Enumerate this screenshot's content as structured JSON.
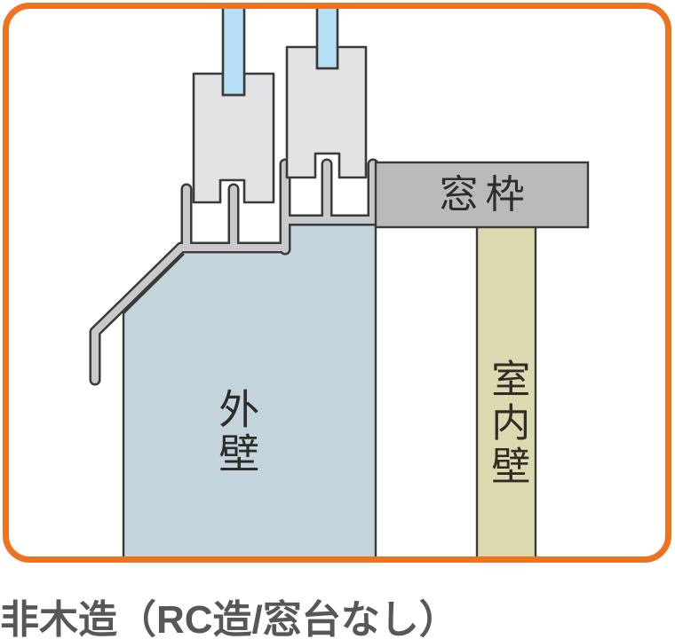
{
  "caption": "非木造（RC造/窓台なし）",
  "diagram": {
    "labels": {
      "window_frame": "窓枠",
      "exterior_wall": "外壁",
      "interior_wall": "室内壁"
    },
    "colors": {
      "border_orange": "#ed7320",
      "outline_dark": "#3a3a3a",
      "exterior_wall_fill": "#c4d4dc",
      "interior_wall_fill": "#dcd9b0",
      "window_frame_fill": "#b9babc",
      "sash_fill": "#e2e3e5",
      "glass_fill": "#b5e0f5",
      "sill_profile_fill": "#c7c9ca",
      "caption_color": "#575757"
    }
  }
}
